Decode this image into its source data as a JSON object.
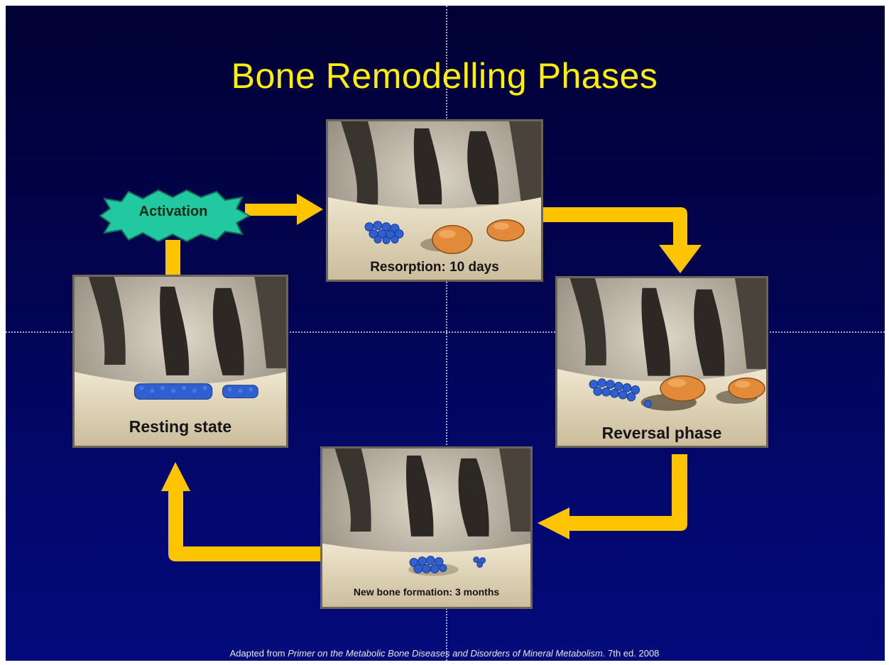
{
  "title": "Bone Remodelling Phases",
  "activation": "Activation",
  "panels": {
    "resorption": "Resorption: 10 days",
    "reversal": "Reversal phase",
    "formation": "New bone formation: 3 months",
    "resting": "Resting state"
  },
  "footer": {
    "prefix": "Adapted from",
    "source": "Primer on the Metabolic Bone Diseases and Disorders of Mineral Metabolism.",
    "edition": "7th ed. 2008"
  },
  "colors": {
    "background": "#020452",
    "title": "#ffef00",
    "arrow": "#ffc400",
    "activation_burst": "#22c9a0",
    "lining_cells": "#2f5fd0",
    "osteoclast": "#e08a3a"
  }
}
